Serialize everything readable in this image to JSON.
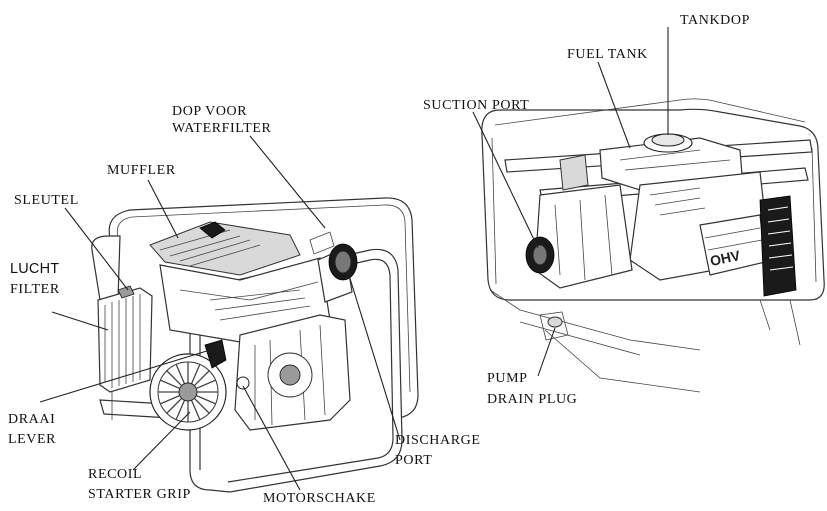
{
  "labels": {
    "tankdop": "TANKDOP",
    "fuel_tank": "FUEL TANK",
    "suction_port": "SUCTION PORT",
    "dop_voor": "DOP VOOR",
    "waterfilter": "WATERFILTER",
    "muffler": "MUFFLER",
    "sleutel": "SLEUTEL",
    "lucht": "LUCHT",
    "filter": "FILTER",
    "draai": "DRAAI",
    "lever": "LEVER",
    "recoil": "RECOIL",
    "starter_grip": "STARTER GRIP",
    "motorschake": "MOTORSCHAKE",
    "discharge": "DISCHARGE",
    "port": "PORT",
    "pump": "PUMP",
    "drain_plug": "DRAIN PLUG"
  },
  "engine_badge": "OHV"
}
